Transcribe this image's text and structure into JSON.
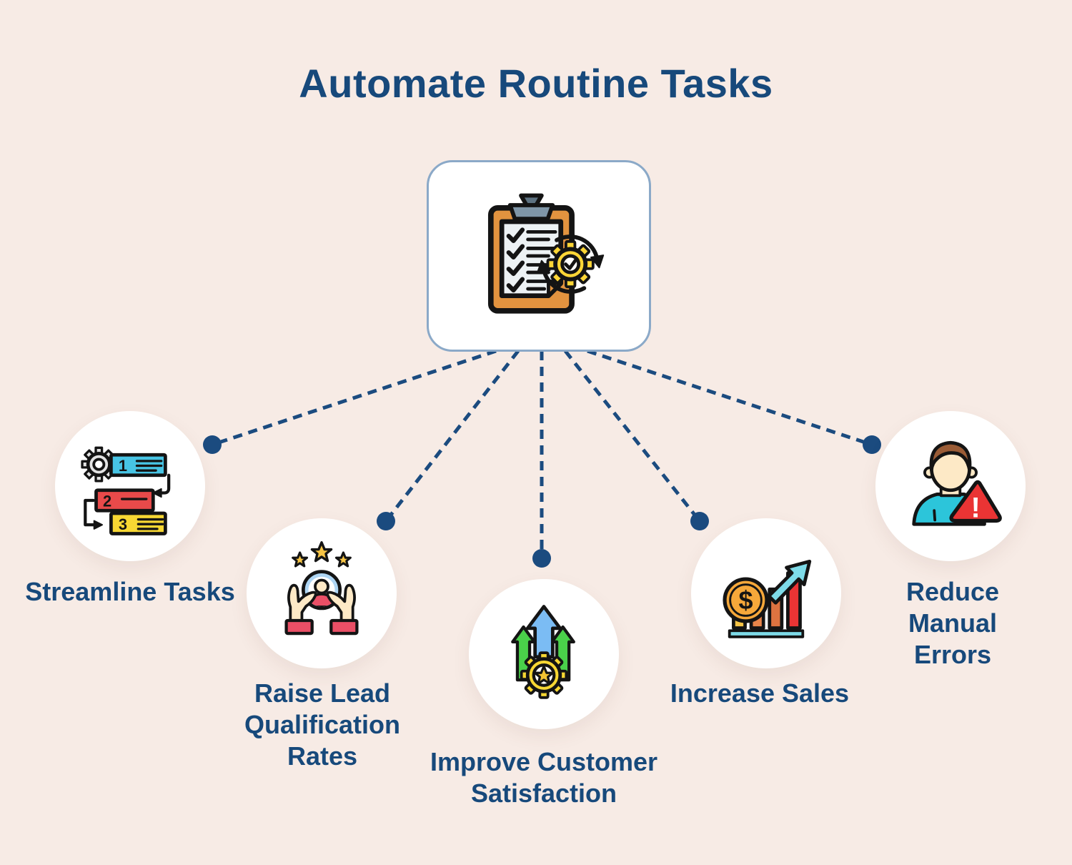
{
  "title": "Automate Routine Tasks",
  "center": {
    "icon": "clipboard-checklist-gear-icon"
  },
  "nodes": [
    {
      "label": "Streamline Tasks",
      "icon": "workflow-steps-icon",
      "icon_text": [
        "1",
        "2",
        "3"
      ]
    },
    {
      "label": "Raise Lead Qualification Rates",
      "icon": "hands-holding-lead-icon"
    },
    {
      "label": "Improve Customer Satisfaction",
      "icon": "growth-arrows-gear-icon"
    },
    {
      "label": "Increase Sales",
      "icon": "sales-chart-coin-icon",
      "icon_text": [
        "$"
      ]
    },
    {
      "label": "Reduce Manual Errors",
      "icon": "person-warning-icon",
      "icon_text": [
        "!"
      ]
    }
  ],
  "colors": {
    "background": "#f7ebe5",
    "text": "#17497b",
    "connector": "#1b4b7f",
    "card_border": "#8ba9c8",
    "card_background": "#ffffff"
  }
}
